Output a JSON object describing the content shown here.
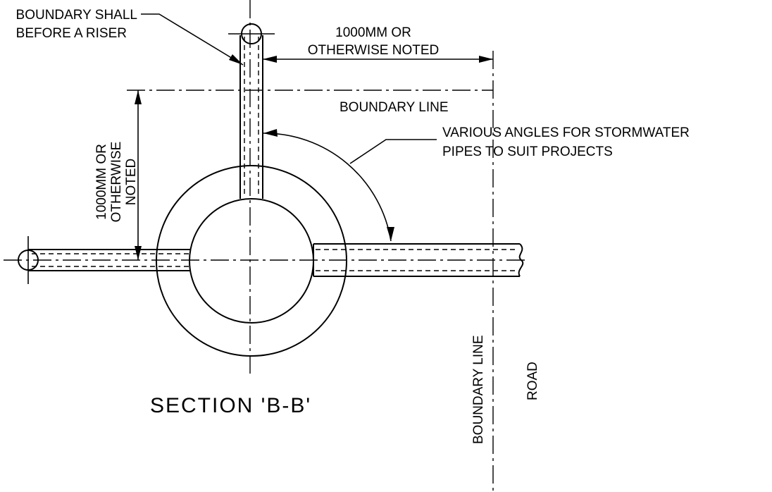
{
  "notes": {
    "boundary_note_line1": "BOUNDARY SHALL",
    "boundary_note_line2": "BEFORE A RISER",
    "top_dim_line1": "1000MM OR",
    "top_dim_line2": "OTHERWISE NOTED",
    "boundary_line_horizontal": "BOUNDARY LINE",
    "angles_note_line1": "VARIOUS ANGLES FOR STORMWATER",
    "angles_note_line2": "PIPES TO SUIT PROJECTS",
    "vert_dim_line1": "1000MM OR",
    "vert_dim_line2": "OTHERWISE",
    "vert_dim_line3": "NOTED",
    "boundary_line_vertical": "BOUNDARY LINE",
    "road": "ROAD"
  },
  "section_title": "SECTION 'B-B'"
}
